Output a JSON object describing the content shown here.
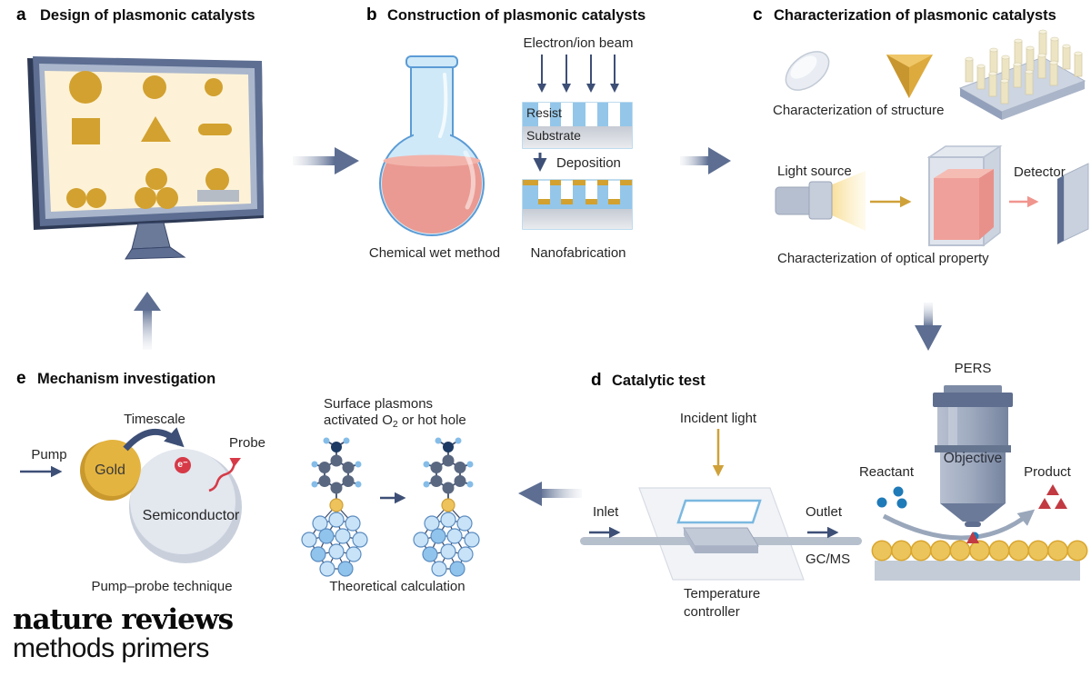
{
  "panel_a": {
    "letter": "a",
    "title": "Design of plasmonic catalysts"
  },
  "panel_b": {
    "letter": "b",
    "title": "Construction of plasmonic catalysts",
    "electron_beam": "Electron/ion beam",
    "resist": "Resist",
    "substrate": "Substrate",
    "deposition": "Deposition",
    "chemical_wet": "Chemical wet method",
    "nanofabrication": "Nanofabrication"
  },
  "panel_c": {
    "letter": "c",
    "title": "Characterization of plasmonic catalysts",
    "structure_caption": "Characterization of structure",
    "light_source": "Light source",
    "detector": "Detector",
    "optical_caption": "Characterization of optical property"
  },
  "panel_d": {
    "letter": "d",
    "title": "Catalytic test",
    "incident_light": "Incident light",
    "inlet": "Inlet",
    "outlet": "Outlet",
    "gcms": "GC/MS",
    "temp_line1": "Temperature",
    "temp_line2": "controller"
  },
  "panel_e": {
    "letter": "e",
    "title": "Mechanism investigation",
    "pump": "Pump",
    "timescale": "Timescale",
    "probe": "Probe",
    "gold": "Gold",
    "electron": "e⁻",
    "semiconductor": "Semiconductor",
    "caption": "Pump–probe technique"
  },
  "pers": {
    "label": "PERS",
    "objective": "Objective",
    "reactant": "Reactant",
    "product": "Product"
  },
  "theory": {
    "line1": "Surface plasmons",
    "line2_pre": "activated O",
    "line2_sub": "2",
    "line2_post": " or hot hole",
    "caption": "Theoretical calculation"
  },
  "logo": {
    "line1": "nature reviews",
    "line2": "methods primers"
  },
  "colors": {
    "gold": "#d2a12f",
    "navy_arrow": "#3d4f76",
    "slate": "#5d6e92",
    "resist_blue": "#93c6e9",
    "screen_cream": "#fdf2d7",
    "liquid_pink": "#ea9a92",
    "red": "#d63a47",
    "reactant_blue": "#1f7ab8",
    "gray_arrow": "#9aa7bb"
  }
}
